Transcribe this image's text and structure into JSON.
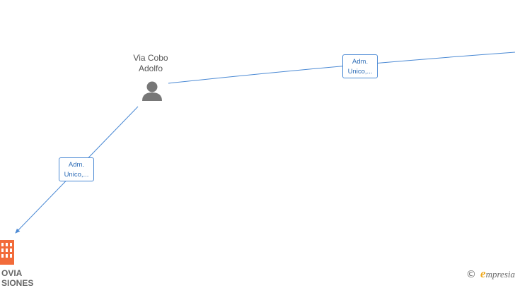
{
  "nodes": {
    "person": {
      "name_line1": "Via Cobo",
      "name_line2": "Adolfo",
      "icon": "person-icon",
      "color": "#777777"
    },
    "company": {
      "name_line1": "OVIA",
      "name_line2": "SIONES",
      "icon": "building-icon",
      "color": "#f26b3a"
    }
  },
  "edges": [
    {
      "label_line1": "Adm.",
      "label_line2": "Unico,...",
      "color": "#4a89d4"
    },
    {
      "label_line1": "Adm.",
      "label_line2": "Unico,...",
      "color": "#4a89d4"
    }
  ],
  "watermark": {
    "copyright_symbol": "©",
    "brand_initial": "e",
    "brand_rest": "mpresia"
  }
}
